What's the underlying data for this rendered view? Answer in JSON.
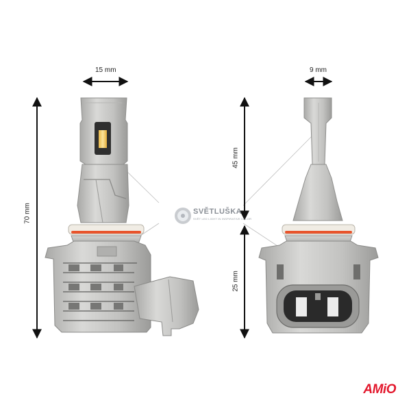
{
  "dimensions": {
    "top_left": "15 mm",
    "top_right": "9 mm",
    "height_total": "70 mm",
    "height_upper": "45 mm",
    "height_lower": "25 mm"
  },
  "watermark": {
    "name": "SVĚTLUŠKA",
    "tagline": "SVĚT LED LIGHT IN INSPIRATIVE COLOR"
  },
  "logo": {
    "text": "AMiO"
  },
  "colors": {
    "metal": "#c4c4c2",
    "metal_dark": "#9c9c9a",
    "seal_ring": "#e8542c",
    "logo_red": "#e3182d",
    "led_chip": "#f2c14e"
  }
}
